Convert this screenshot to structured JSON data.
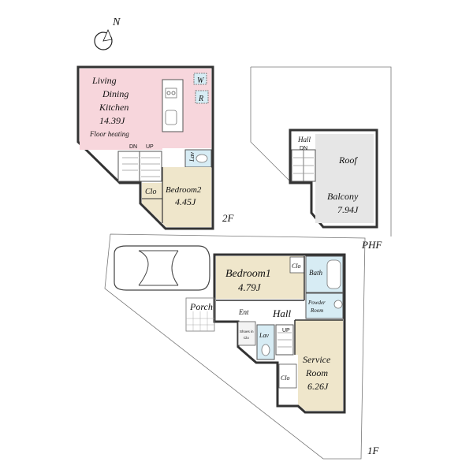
{
  "compass": {
    "label": "N"
  },
  "floors": {
    "second": {
      "label": "2F",
      "rooms": {
        "ldk": {
          "line1": "Living",
          "line2": "Dining",
          "line3": "Kitchen",
          "area": "14.39J",
          "note": "Floor heating"
        },
        "bedroom2": {
          "name": "Bedroom2",
          "area": "4.45J"
        },
        "closet": {
          "name": "Clo"
        },
        "lav": {
          "name": "Lav"
        },
        "washer": {
          "name": "W"
        },
        "fridge": {
          "name": "R"
        }
      },
      "stairs": {
        "down": "DN",
        "up": "UP"
      }
    },
    "penthouse": {
      "label": "PHF",
      "hall": {
        "name": "Hall",
        "down": "DN"
      },
      "balcony": {
        "line1": "Roof",
        "line2": "Balcony",
        "area": "7.94J"
      }
    },
    "first": {
      "label": "1F",
      "rooms": {
        "bedroom1": {
          "name": "Bedroom1",
          "area": "4.79J"
        },
        "closet1": {
          "name": "Clo"
        },
        "bath": {
          "name": "Bath"
        },
        "powder": {
          "line1": "Powder",
          "line2": "Room"
        },
        "hall": {
          "name": "Hall"
        },
        "entrance": {
          "name": "Ent"
        },
        "shoes": {
          "line1": "Shoes in",
          "line2": "Clo"
        },
        "lav": {
          "name": "Lav"
        },
        "up": {
          "name": "UP"
        },
        "service": {
          "line1": "Service",
          "line2": "Room",
          "area": "6.26J"
        },
        "closet2": {
          "name": "Clo"
        },
        "porch": {
          "name": "Porch"
        }
      }
    }
  },
  "colors": {
    "ldk": "#f7d6dc",
    "bedroom": "#efe6cb",
    "wet": "#d7ecf4",
    "hall": "#ffffff",
    "wall": "#333333",
    "balcony": "#e6e6e6"
  }
}
